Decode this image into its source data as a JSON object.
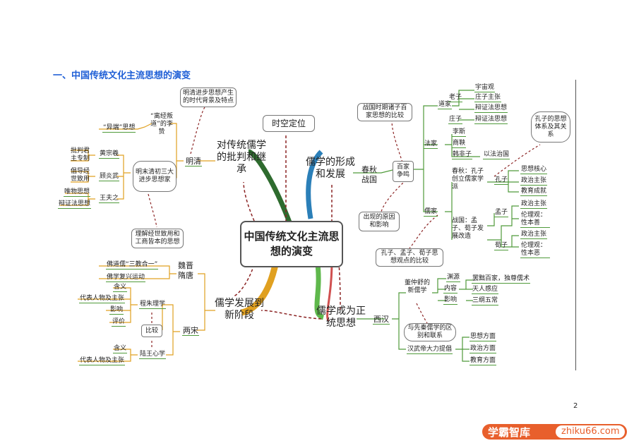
{
  "heading": "一、中国传统文化主流思想的演变",
  "page_number": "2",
  "center": "中国传统文化主流思想的演变",
  "branches": {
    "top_right": "儒学的形成和发展",
    "top_left": "对传统儒学的批判和继承",
    "bottom_left": "儒学发展到新阶段",
    "bottom_right": "儒学成为正统思想",
    "top_box": "时空定位"
  },
  "qinhan": {
    "period": "春秋战国",
    "baijia": "百家争鸣",
    "compare_box": "战国时期诸子百家思想的比较",
    "reason_box": "出现的原因和影响",
    "daojia": "道家",
    "laozi": "老子",
    "laozi_items": [
      "宇宙观",
      "庄子主张",
      "辩证法思想"
    ],
    "zhuangzi": "庄子",
    "zhuangzi_item": "辩证法思想",
    "fajia": "法家",
    "fajia_people": [
      "李斯",
      "商鞅",
      "韩非子"
    ],
    "fajia_note": "以法治国",
    "rujia": "儒家",
    "chunqiu": "春秋：孔子创立儒家学派",
    "zhanguo": "战国：孟子、荀子发展改造",
    "kongzi": "孔子",
    "kongzi_items": [
      "思想核心",
      "政治主张",
      "教育成就"
    ],
    "kongzi_box": "孔子的思想体系及其关系",
    "mengzi": "孟子",
    "mengzi_items": [
      "政治主张",
      "伦理观：性本善"
    ],
    "xunzi": "荀子",
    "xunzi_items": [
      "政治主张",
      "伦理观：性本恶"
    ],
    "three_box": "孔子、孟子、荀子思想观点的比较"
  },
  "xihan": {
    "period": "西汉",
    "dongzhongshu": "董仲舒的新儒学",
    "items": [
      "渊源",
      "内容",
      "影响"
    ],
    "content": [
      "罢黜百家，独尊儒术",
      "天人感应",
      "三纲五常"
    ],
    "relation_box": "与先秦儒学的区别和联系",
    "hanwudi": "汉武帝大力提倡",
    "aspects": [
      "思想方面",
      "政治方面",
      "教育方面"
    ]
  },
  "mingqing": {
    "period": "明清",
    "bg_box": "明清进步思想产生的时代背景及特点",
    "lijunzhi": "李贽",
    "li_quote": "“离经叛道”的李贽",
    "li_item": "“异端”思想",
    "group": "明末清初三大进步思想家",
    "huang": "黄宗羲",
    "huang_item": "批判君主专制",
    "gu": "顾炎武",
    "gu_item": "倡导经世致用",
    "wang": "王夫之",
    "wang_items": [
      "唯物思想",
      "辩证法思想"
    ],
    "understand_box": "理解经世致用和工商皆本的思想"
  },
  "songming": {
    "weijin": "魏晋隋唐",
    "weijin_items": [
      "佛道儒“三教合一”",
      "佛学复兴运动"
    ],
    "liangsong": "两宋",
    "chengzhu": "程朱理学",
    "chengzhu_items": [
      "含义",
      "代表人物及主张",
      "影响",
      "评价"
    ],
    "bijiao": "比较",
    "luwang": "陆王心学",
    "luwang_items": [
      "含义",
      "代表人物及主张"
    ]
  },
  "watermark": {
    "cn": "学霸智库",
    "url": "zhiku66.com"
  }
}
